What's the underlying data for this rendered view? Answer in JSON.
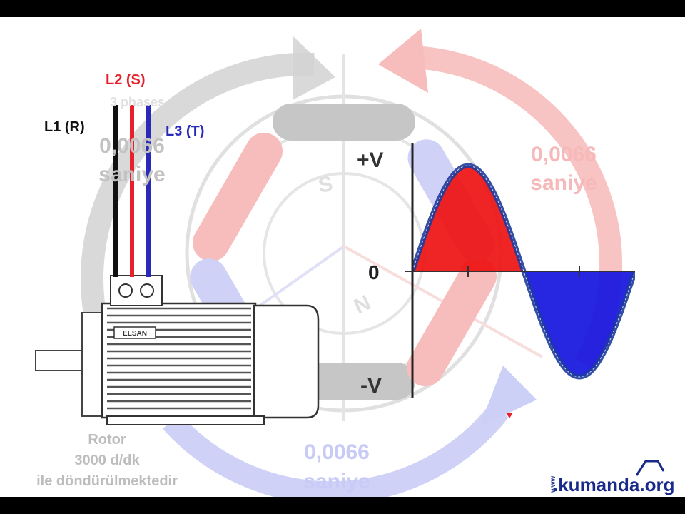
{
  "phases": {
    "l1": {
      "label": "L1 (R)",
      "color": "#111111"
    },
    "l2": {
      "label": "L2 (S)",
      "color": "#e8202a"
    },
    "l3": {
      "label": "L3 (T)",
      "color": "#2a2ab8"
    },
    "caption": "3 phases"
  },
  "durations": {
    "gray_value": "0,0066",
    "gray_unit": "saniye",
    "red_value": "0,0066",
    "red_unit": "saniye",
    "blue_value": "0,0066",
    "blue_unit": "saniye"
  },
  "rotor": {
    "line1": "Rotor",
    "line2": "3000 d/dk",
    "line3": "ile döndürülmektedir"
  },
  "stator_poles": {
    "north": "N",
    "south": "S"
  },
  "motor": {
    "nameplate": "ELSAN"
  },
  "waveform": {
    "plus_label": "+V",
    "zero_label": "0",
    "minus_label": "-V",
    "positive_color": "#ee1111",
    "negative_color": "#1515e0",
    "curve_color": "#1e3c9c"
  },
  "branding": {
    "site": ".kumanda.org",
    "prefix": "www"
  }
}
